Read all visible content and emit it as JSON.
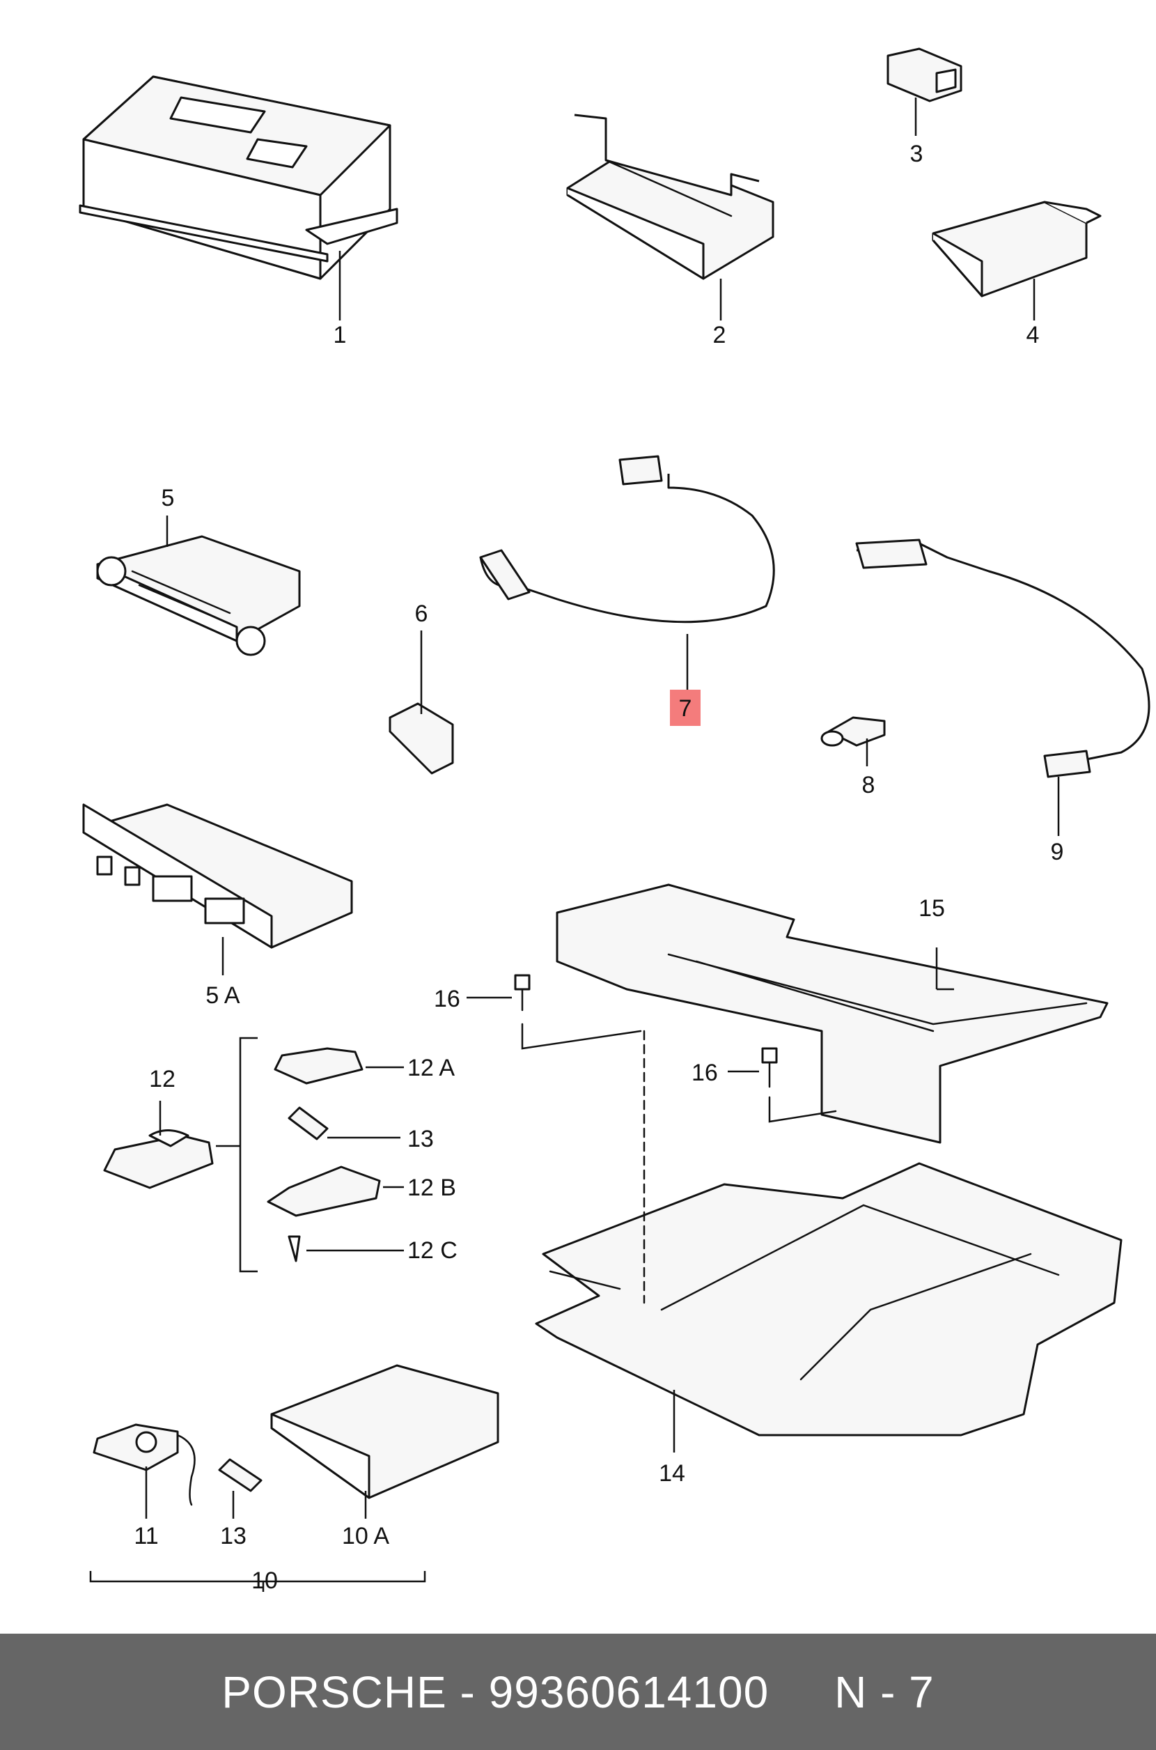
{
  "callouts": {
    "c1": "1",
    "c2": "2",
    "c3": "3",
    "c4": "4",
    "c5": "5",
    "c5a": "5 A",
    "c6": "6",
    "c7": "7",
    "c8": "8",
    "c9": "9",
    "c10": "10",
    "c10a": "10 A",
    "c11": "11",
    "c12": "12",
    "c12a": "12 A",
    "c12b": "12 B",
    "c12c": "12 C",
    "c13a": "13",
    "c13b": "13",
    "c14": "14",
    "c15": "15",
    "c16a": "16",
    "c16b": "16"
  },
  "highlight": {
    "callout": "7",
    "color": "#f47c7c"
  },
  "footer": {
    "brand": "PORSCHE",
    "separator": " - ",
    "part_number": "99360614100",
    "gap": "     ",
    "ref": "N - 7",
    "background": "#666666",
    "text_color": "#ffffff"
  }
}
